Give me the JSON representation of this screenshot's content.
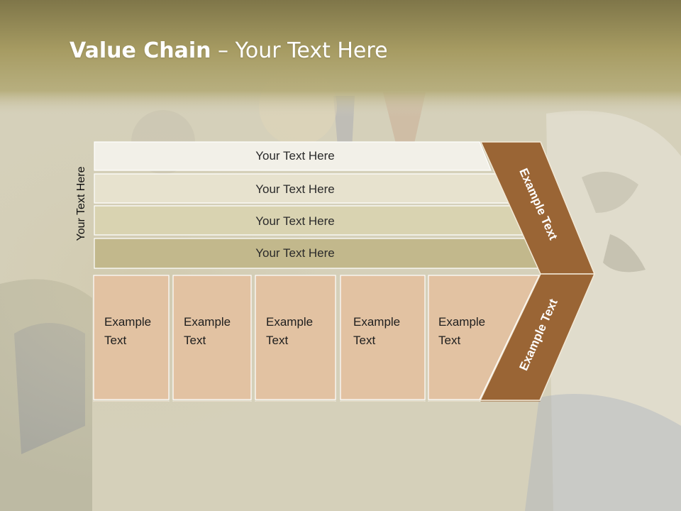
{
  "slide": {
    "title_bold": "Value Chain",
    "title_rest": " – Your Text Here",
    "side_label": "Your Text Here"
  },
  "bars": [
    {
      "label": "Your Text Here",
      "color": "#f2f0e8"
    },
    {
      "label": "Your Text Here",
      "color": "#e7e2ce"
    },
    {
      "label": "Your Text Here",
      "color": "#d9d3b1"
    },
    {
      "label": "Your Text Here",
      "color": "#c2b88c"
    }
  ],
  "boxes": [
    {
      "line1": "Example",
      "line2": "Text"
    },
    {
      "line1": "Example",
      "line2": "Text"
    },
    {
      "line1": "Example",
      "line2": "Text"
    },
    {
      "line1": "Example",
      "line2": "Text"
    },
    {
      "line1": "Example",
      "line2": "Text"
    }
  ],
  "chevron": {
    "upper_label": "Example Text",
    "lower_label": "Example Text",
    "color": "#9a6535"
  },
  "colors": {
    "box_fill": "#e2c2a2",
    "header_band": "#9a8e55",
    "background": "#d6d1bc"
  }
}
